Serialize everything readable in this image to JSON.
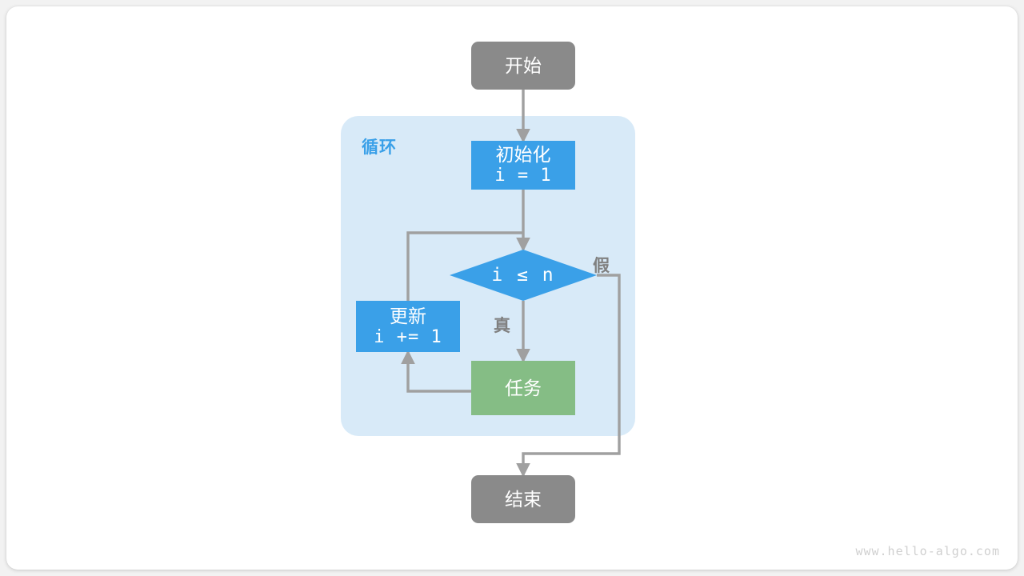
{
  "diagram": {
    "title_watermark": "www.hello-algo.com",
    "colors": {
      "terminal": "#8a8a8a",
      "process_blue": "#3aa0e8",
      "process_green": "#85bd85",
      "loop_container": "#d8eaf8",
      "edge": "#a0a0a0",
      "label_text": "#808080",
      "loop_title": "#3aa0e8",
      "card_background": "#ffffff",
      "page_background": "#f2f2f2"
    },
    "nodes": {
      "start": {
        "label": "开始",
        "shape": "terminal"
      },
      "init": {
        "label": "初始化",
        "code": "i = 1",
        "shape": "process"
      },
      "condition": {
        "label": "i ≤ n",
        "shape": "decision"
      },
      "update": {
        "label": "更新",
        "code": "i += 1",
        "shape": "process"
      },
      "task": {
        "label": "任务",
        "shape": "process"
      },
      "end": {
        "label": "结束",
        "shape": "terminal"
      }
    },
    "container": {
      "label": "循环"
    },
    "edge_labels": {
      "true_branch": "真",
      "false_branch": "假"
    }
  }
}
